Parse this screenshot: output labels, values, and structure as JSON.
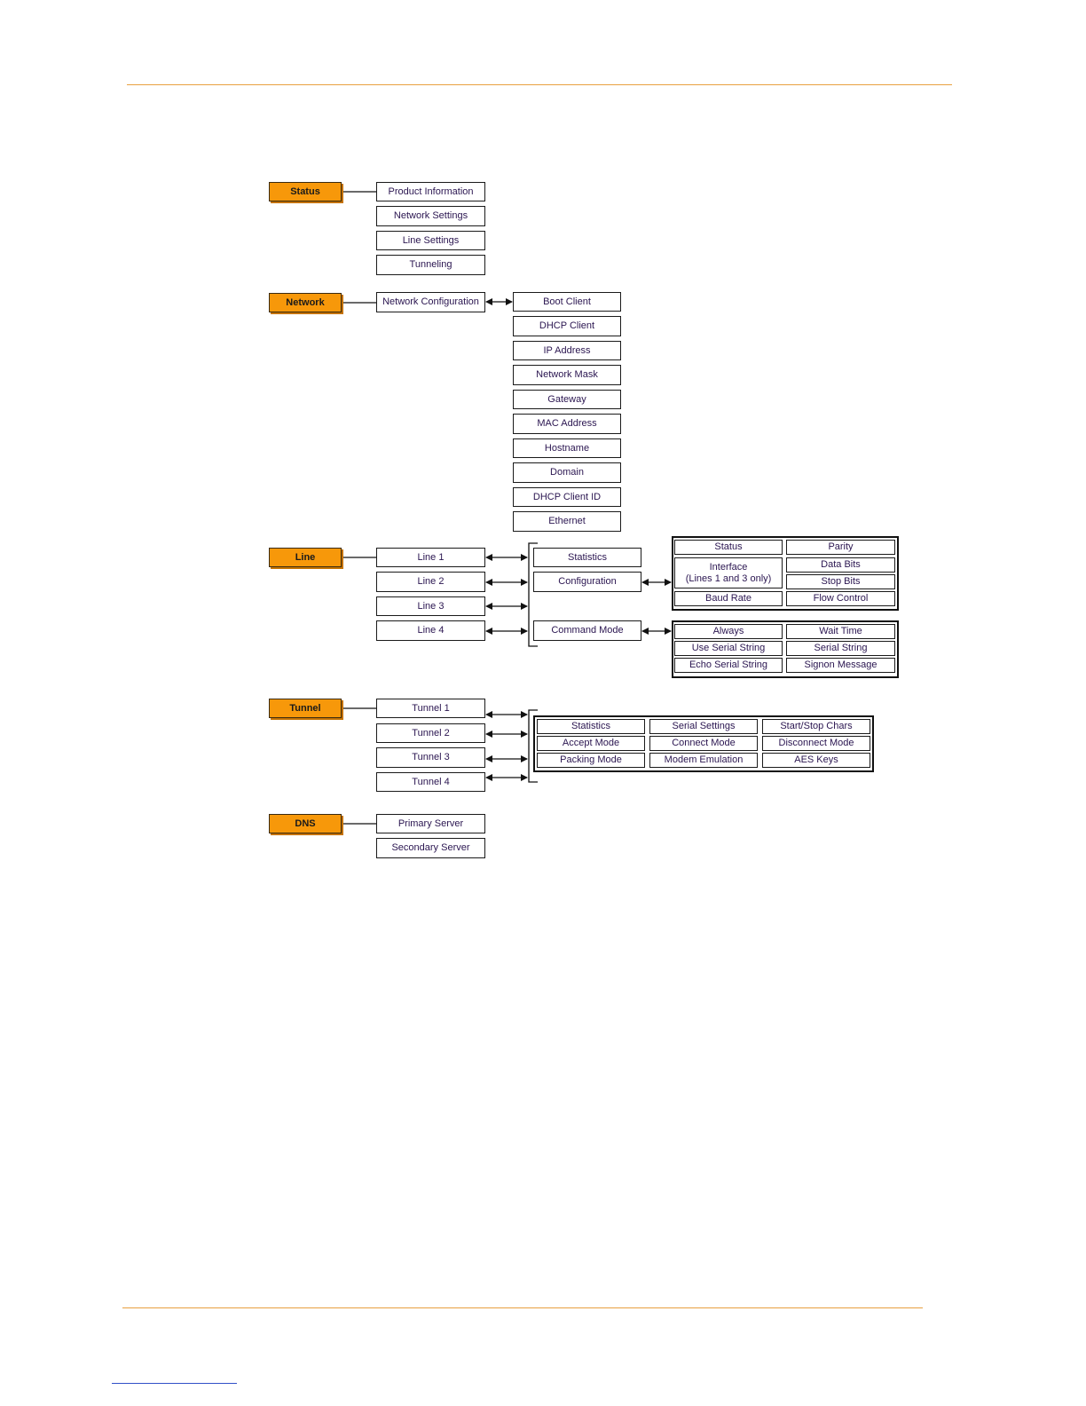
{
  "status": {
    "label": "Status",
    "items": [
      "Product Information",
      "Network Settings",
      "Line Settings",
      "Tunneling"
    ]
  },
  "network": {
    "label": "Network",
    "config": "Network Configuration",
    "items": [
      "Boot Client",
      "DHCP Client",
      "IP Address",
      "Network Mask",
      "Gateway",
      "MAC Address",
      "Hostname",
      "Domain",
      "DHCP Client ID",
      "Ethernet"
    ]
  },
  "line": {
    "label": "Line",
    "lines": [
      "Line 1",
      "Line 2",
      "Line 3",
      "Line 4"
    ],
    "options": [
      "Statistics",
      "Configuration",
      "Command Mode"
    ],
    "configuration_items": {
      "status": "Status",
      "parity": "Parity",
      "interface": "Interface",
      "interface_note": "(Lines 1 and 3 only)",
      "data_bits": "Data Bits",
      "stop_bits": "Stop Bits",
      "baud_rate": "Baud Rate",
      "flow_control": "Flow Control"
    },
    "command_mode_items": [
      "Always",
      "Wait Time",
      "Use Serial String",
      "Serial String",
      "Echo Serial String",
      "Signon Message"
    ]
  },
  "tunnel": {
    "label": "Tunnel",
    "tunnels": [
      "Tunnel 1",
      "Tunnel 2",
      "Tunnel 3",
      "Tunnel 4"
    ],
    "items": [
      "Statistics",
      "Serial Settings",
      "Start/Stop Chars",
      "Accept Mode",
      "Connect Mode",
      "Disconnect Mode",
      "Packing Mode",
      "Modem Emulation",
      "AES Keys"
    ]
  },
  "dns": {
    "label": "DNS",
    "items": [
      "Primary Server",
      "Secondary Server"
    ]
  },
  "colors": {
    "category_fill": "#f7980a",
    "rule": "#e8a040",
    "text": "#2a1550"
  }
}
